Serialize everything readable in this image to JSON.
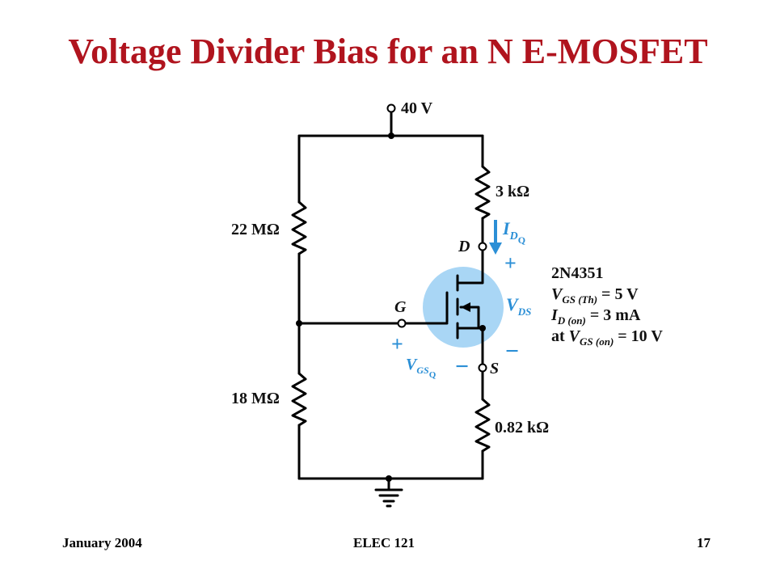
{
  "title": "Voltage Divider Bias for an N E-MOSFET",
  "footer": {
    "date": "January 2004",
    "course": "ELEC 121",
    "page": "17"
  },
  "circuit": {
    "supply": "40 V",
    "r_drain": "3 kΩ",
    "r1": "22 MΩ",
    "r2": "18 MΩ",
    "r_source": "0.82 kΩ",
    "drain": "D",
    "gate": "G",
    "source": "S",
    "plus": "+",
    "minus": "−",
    "current_i": "I",
    "current_sub1": "D",
    "current_sub2": "Q",
    "vds_v": "V",
    "vds_sub": "DS",
    "vgs_v": "V",
    "vgs_sub1": "GS",
    "vgs_sub2": "Q",
    "highlight_color": "#a9d6f5",
    "annotation_color": "#2b8fd6"
  },
  "specs": {
    "part": "2N4351",
    "line1": {
      "v": "V",
      "sub": "GS (Th)",
      "rest": " = 5 V"
    },
    "line2": {
      "v": "I",
      "sub": "D (on)",
      "rest": " = 3 mA"
    },
    "line3": {
      "pre": "at ",
      "v": "V",
      "sub": "GS (on)",
      "rest": " = 10 V"
    }
  }
}
